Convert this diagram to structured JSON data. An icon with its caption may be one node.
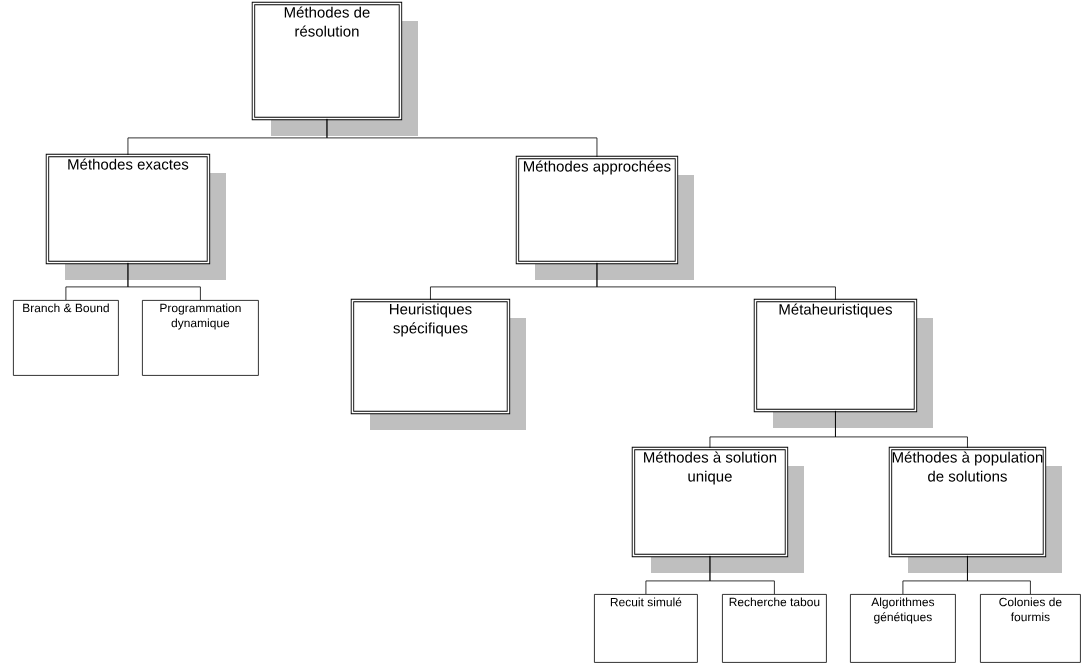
{
  "diagram": {
    "nodes": [
      {
        "text": [
          "Méthodes de résolution"
        ]
      },
      {
        "text": [
          "Méthodes exactes"
        ]
      },
      {
        "text": [
          "Méthodes approchées"
        ]
      },
      {
        "text": [
          "Branch & Bound"
        ]
      },
      {
        "text": [
          "Programmation dynamique"
        ]
      },
      {
        "text": [
          "Heuristiques spécifiques"
        ]
      },
      {
        "text": [
          "Métaheuristiques"
        ]
      },
      {
        "text": [
          "Méthodes à solution unique"
        ]
      },
      {
        "text": [
          "Méthodes à population de solutions"
        ]
      },
      {
        "text": [
          "Recuit simulé"
        ]
      },
      {
        "text": [
          "Recherche tabou"
        ]
      },
      {
        "text": [
          "Algorithmes génétiques"
        ]
      },
      {
        "text": [
          "Colonies de fourmis"
        ]
      }
    ],
    "edges": [
      {
        "from": 0,
        "to": 1,
        "arrow": "none"
      },
      {
        "from": 0,
        "to": 2,
        "arrow": "none"
      },
      {
        "from": 1,
        "to": 3,
        "arrow": "none"
      },
      {
        "from": 1,
        "to": 4,
        "arrow": "none"
      },
      {
        "from": 2,
        "to": 5,
        "arrow": "none"
      },
      {
        "from": 2,
        "to": 6,
        "arrow": "none"
      },
      {
        "from": 6,
        "to": 7,
        "arrow": "none"
      },
      {
        "from": 6,
        "to": 8,
        "arrow": "none"
      },
      {
        "from": 7,
        "to": 9,
        "arrow": "none"
      },
      {
        "from": 7,
        "to": 10,
        "arrow": "none"
      },
      {
        "from": 8,
        "to": 11,
        "arrow": "none"
      },
      {
        "from": 8,
        "to": 12,
        "arrow": "none"
      }
    ]
  }
}
